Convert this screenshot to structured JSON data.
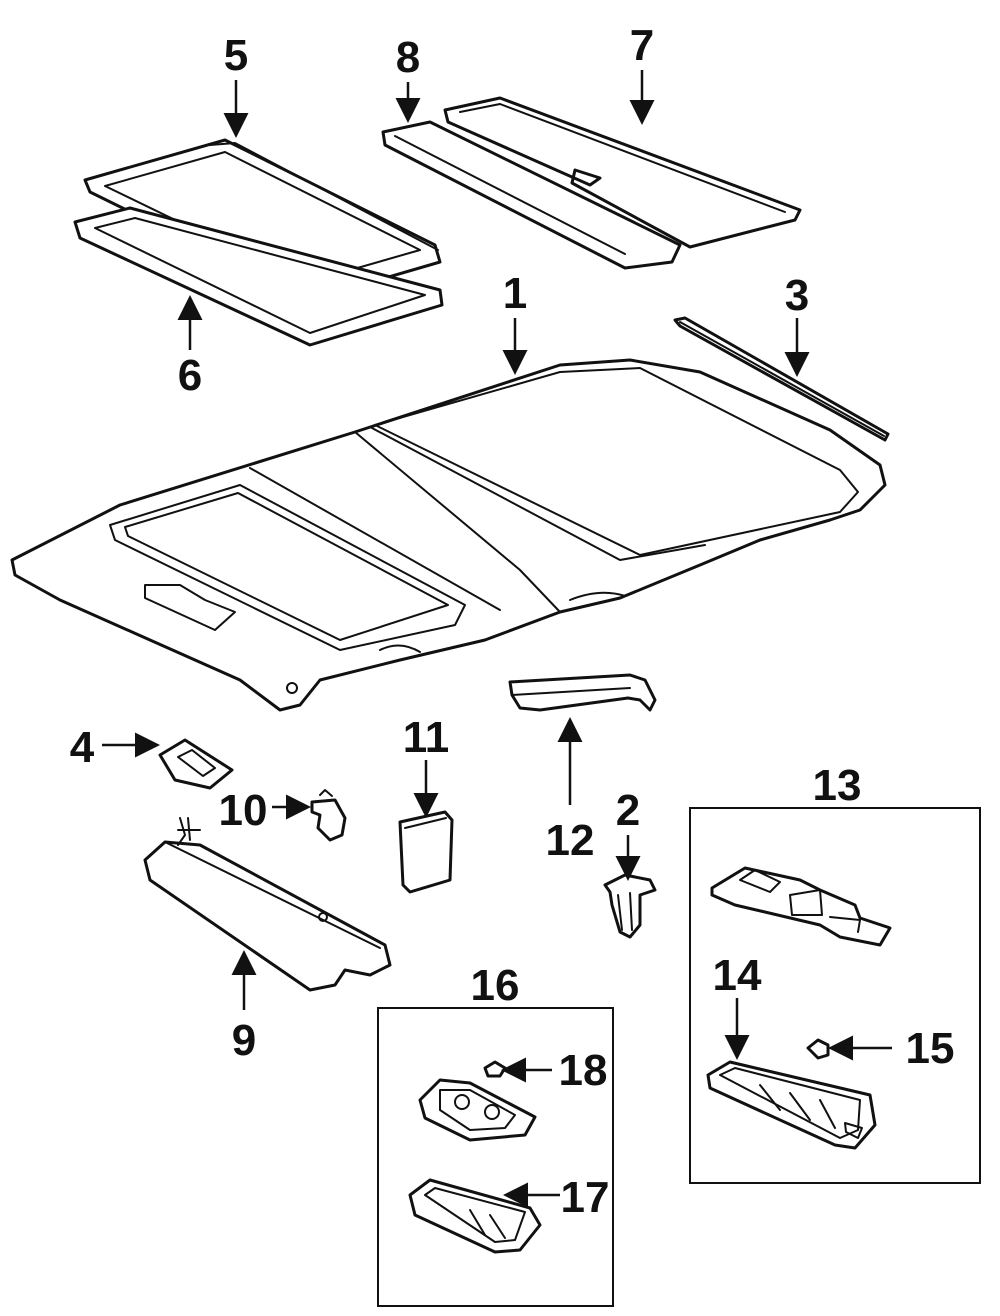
{
  "callouts": {
    "c1": "1",
    "c2": "2",
    "c3": "3",
    "c4": "4",
    "c5": "5",
    "c6": "6",
    "c7": "7",
    "c8": "8",
    "c9": "9",
    "c10": "10",
    "c11": "11",
    "c12": "12",
    "c13": "13",
    "c14": "14",
    "c15": "15",
    "c16": "16",
    "c17": "17",
    "c18": "18"
  },
  "colors": {
    "ink": "#111111",
    "paper": "#ffffff"
  }
}
